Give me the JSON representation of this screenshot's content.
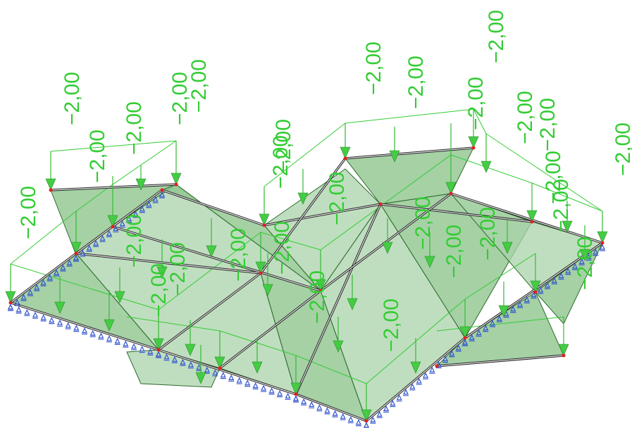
{
  "view": {
    "colors": {
      "plate": "#a9d3a9",
      "load": "#33cc33",
      "beam": "#222222",
      "support": "#3355cc",
      "node": "#e02020"
    }
  },
  "load_labels": [
    "−2,00",
    "−2,00",
    "−2,00",
    "−2,00",
    "−2,00",
    "−2,00",
    "−2,00",
    "−2,00",
    "−2,00",
    "−2,00",
    "−2,00",
    "−2,00",
    "−2,00",
    "−2,00",
    "−2,00",
    "−2,00",
    "−2,00",
    "−2,00",
    "−2,00",
    "−2,00",
    "−2,00",
    "−2,00",
    "−2,00",
    "−2,00",
    "−2,00",
    "−2,00",
    "−2,00",
    "−2,00",
    "−2,00"
  ]
}
